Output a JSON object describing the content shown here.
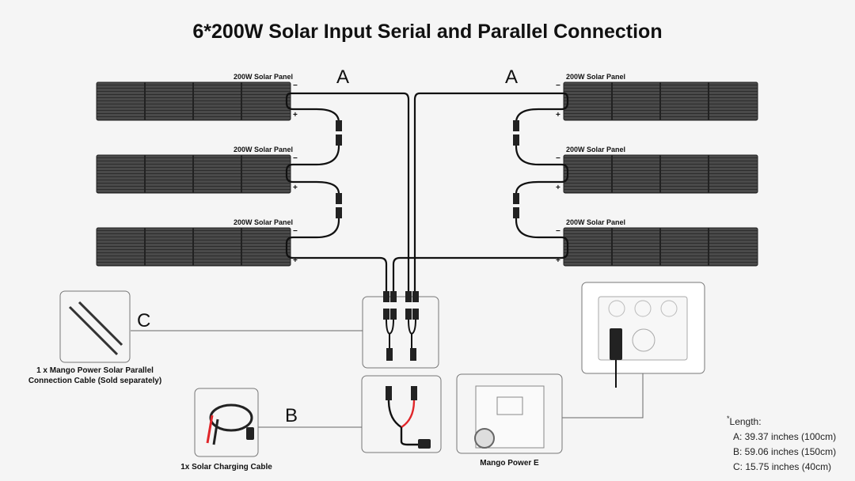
{
  "title": "6*200W Solar Input Serial and Parallel Connection",
  "panels": {
    "left": [
      {
        "label": "200W Solar Panel",
        "neg": "−",
        "pos": "+"
      },
      {
        "label": "200W Solar Panel",
        "neg": "−",
        "pos": "+"
      },
      {
        "label": "200W Solar Panel",
        "neg": "−",
        "pos": "+"
      }
    ],
    "right": [
      {
        "label": "200W Solar Panel",
        "neg": "−",
        "pos": "+"
      },
      {
        "label": "200W Solar Panel",
        "neg": "−",
        "pos": "+"
      },
      {
        "label": "200W Solar Panel",
        "neg": "−",
        "pos": "+"
      }
    ]
  },
  "cable_letters": {
    "left_a": "A",
    "right_a": "A",
    "b": "B",
    "c": "C"
  },
  "items": {
    "parallel_cable": {
      "caption_line1": "1 x Mango Power Solar Parallel",
      "caption_line2": "Connection Cable (Sold separately)"
    },
    "charging_cable": {
      "caption": "1x Solar Charging Cable"
    },
    "power_station": {
      "caption": "Mango Power E"
    }
  },
  "legend": {
    "heading": "Length:",
    "marker": "*",
    "rows": [
      "A: 39.37 inches (100cm)",
      "B: 59.06 inches (150cm)",
      "C: 15.75 inches (40cm)"
    ]
  },
  "colors": {
    "background": "#f5f5f5",
    "panel": "#3a3a3a",
    "cable": "#111111",
    "positive_wire": "#e0262a",
    "box_border": "#555555"
  }
}
